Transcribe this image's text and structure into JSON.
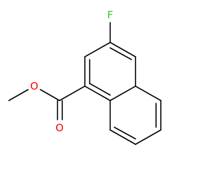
{
  "molecule": {
    "atoms": {
      "fluorine": {
        "label": "F",
        "color": "#33cc33"
      },
      "ester_oxygen": {
        "label": "O",
        "color": "#ff0000"
      },
      "carbonyl_oxygen": {
        "label": "O",
        "color": "#ff0000"
      }
    },
    "bond_color": "#000000"
  }
}
